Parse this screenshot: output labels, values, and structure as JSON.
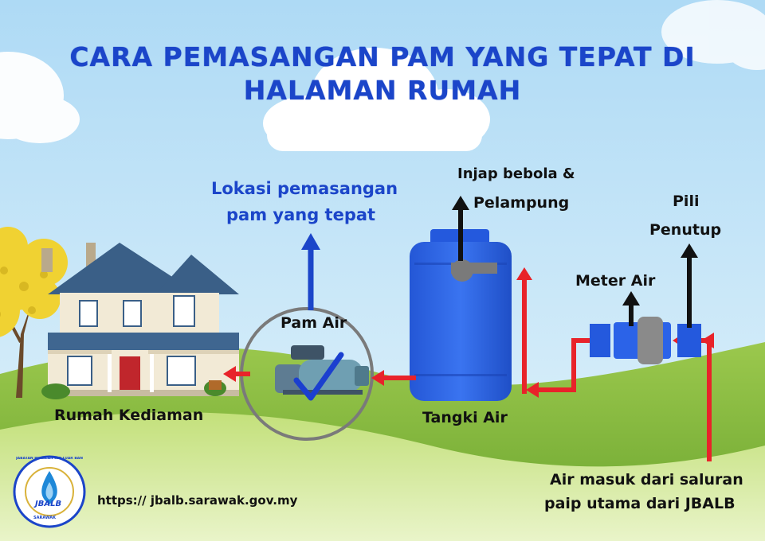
{
  "title": {
    "line1": "CARA PEMASANGAN PAM YANG TEPAT DI",
    "line2": "HALAMAN RUMAH"
  },
  "labels": {
    "lokasi_line1": "Lokasi pemasangan",
    "lokasi_line2": "pam yang tepat",
    "pam_air": "Pam Air",
    "rumah": "Rumah Kediaman",
    "tangki": "Tangki Air",
    "injap_line1": "Injap bebola &",
    "injap_line2": "Pelampung",
    "pili_line1": "Pili",
    "pili_line2": "Penutup",
    "meter": "Meter Air",
    "masuk_line1": "Air masuk dari  saluran",
    "masuk_line2": "paip utama dari JBALB",
    "url": "https:// jbalb.sarawak.gov.my"
  },
  "logo": {
    "abbr": "JBALB",
    "ring_text": "JABATAN BEKALAN AIR LUAR BANDAR",
    "bottom_text": "SARAWAK"
  },
  "colors": {
    "title": "#1b45c9",
    "pipe_red": "#e8232a",
    "tank_blue": "#2b63e8",
    "sky": "#bfe2f7",
    "grass": "#7fb43a"
  }
}
